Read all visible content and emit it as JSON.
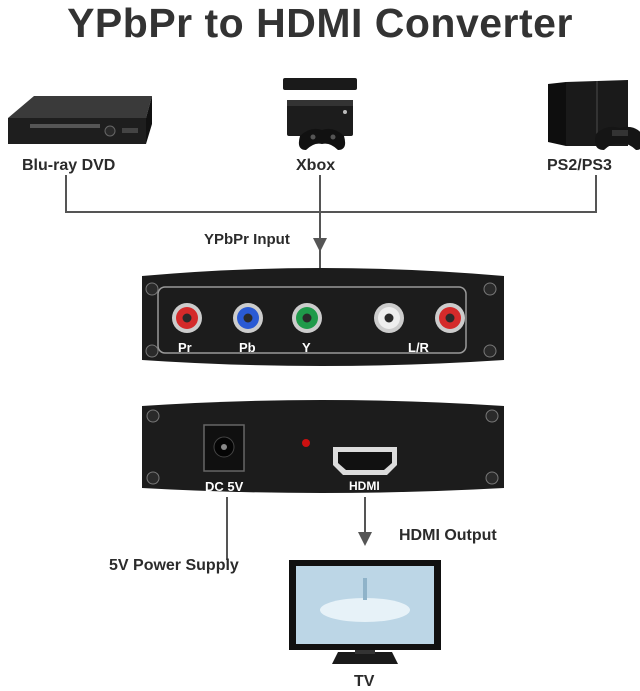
{
  "title": "YPbPr to HDMI Converter",
  "sources": {
    "bluray": "Blu-ray DVD",
    "xbox": "Xbox",
    "ps": "PS2/PS3"
  },
  "input_label": "YPbPr Input",
  "ports": {
    "pr": "Pr",
    "pb": "Pb",
    "y": "Y",
    "lr": "L/R",
    "dc": "DC 5V",
    "hdmi": "HDMI"
  },
  "output_label": "HDMI Output",
  "power_label": "5V Power Supply",
  "tv_label": "TV",
  "colors": {
    "pr": "#d42a2a",
    "pb": "#2a5ad4",
    "y": "#1f9a4a",
    "audio_l": "#e8e8e8",
    "audio_r": "#d42a2a",
    "led": "#cc1010",
    "device_body": "#1c1c1c"
  }
}
